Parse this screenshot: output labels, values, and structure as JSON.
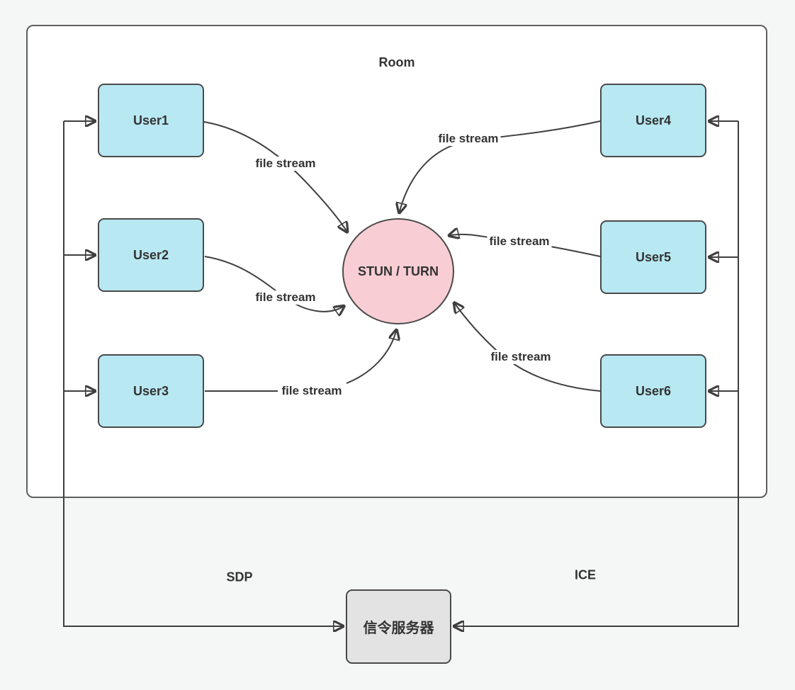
{
  "room": {
    "title": "Room"
  },
  "nodes": {
    "users": [
      {
        "id": "user1",
        "label": "User1"
      },
      {
        "id": "user2",
        "label": "User2"
      },
      {
        "id": "user3",
        "label": "User3"
      },
      {
        "id": "user4",
        "label": "User4"
      },
      {
        "id": "user5",
        "label": "User5"
      },
      {
        "id": "user6",
        "label": "User6"
      }
    ],
    "stun_turn": {
      "label": "STUN / TURN"
    },
    "signaling_server": {
      "label": "信令服务器"
    }
  },
  "edge_labels": {
    "file_stream": "file stream",
    "sdp": "SDP",
    "ice": "ICE"
  },
  "colors": {
    "background": "#f5f6f6",
    "room_fill": "#ffffff",
    "room_border": "#5f5f5f",
    "user_node_fill": "#b8e8f2",
    "node_border": "#4a4a4a",
    "stun_turn_fill": "#f8ced4",
    "signaling_server_fill": "#e3e3e3",
    "line": "#3f3f3f",
    "text": "#333333"
  }
}
